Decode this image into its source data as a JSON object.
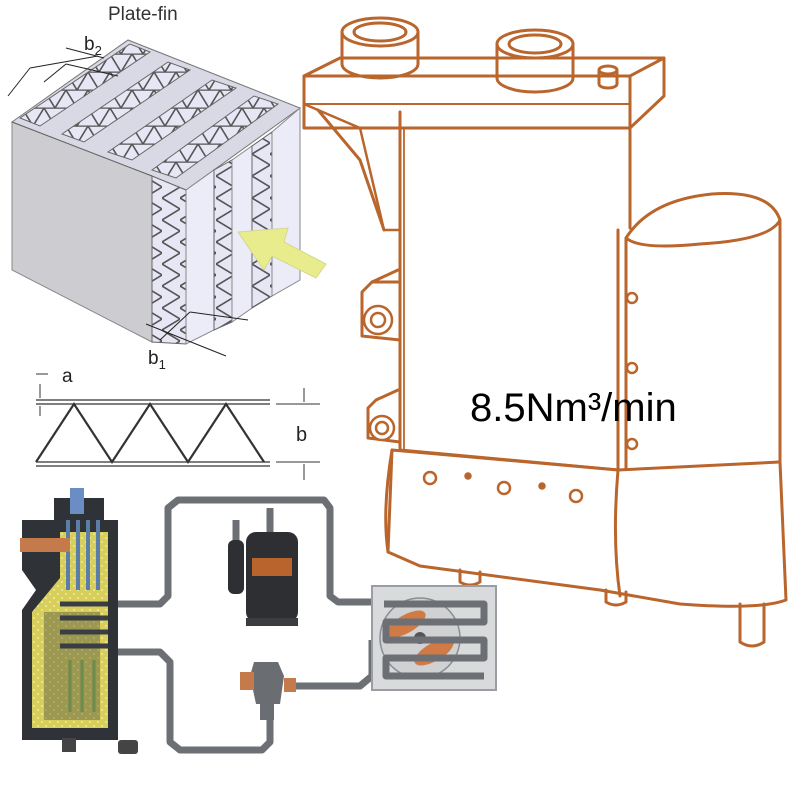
{
  "plate_fin": {
    "title": "Plate-fin",
    "b2_label": "b",
    "b2_sub": "2",
    "b1_label": "b",
    "b1_sub": "1"
  },
  "fin_profile": {
    "a_label": "a",
    "b_label": "b"
  },
  "separator": {
    "flow_rate": "8.5Nm³/min"
  },
  "colors": {
    "separator_outline": "#b9652c",
    "flow_arrow": "#e8ec8c",
    "plate_face": "#cfcfd2",
    "fin_lilac": "#c8c8f0",
    "pipe": "#707478",
    "tank": "#2f3236",
    "tank_fill": "#d8cf5a",
    "copper": "#c47a4a"
  },
  "icons": [
    "arrow-icon",
    "compressor-icon",
    "fan-icon",
    "valve-icon"
  ]
}
